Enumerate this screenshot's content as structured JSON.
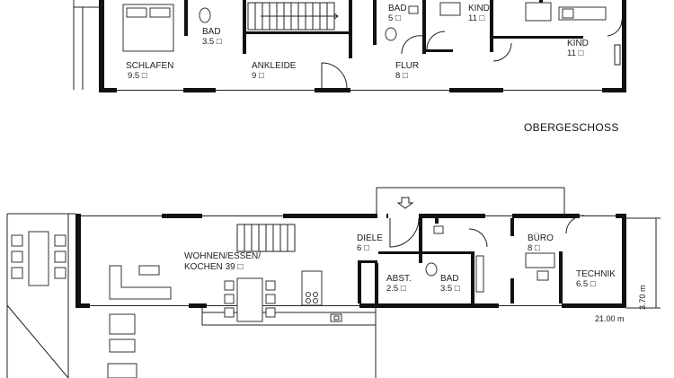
{
  "upper_floor": {
    "title": "OBERGESCHOSS",
    "rooms": [
      {
        "name": "SCHLAFEN",
        "area": "9.5"
      },
      {
        "name": "BAD",
        "area": "3.5"
      },
      {
        "name": "ANKLEIDE",
        "area": "9"
      },
      {
        "name": "BAD",
        "area": "5"
      },
      {
        "name": "FLUR",
        "area": "8"
      },
      {
        "name": "KIND",
        "area": "11"
      },
      {
        "name": "KIND",
        "area": "11"
      }
    ]
  },
  "ground_floor": {
    "rooms": [
      {
        "name": "WOHNEN/ESSEN/",
        "name2": "KOCHEN",
        "area": "39"
      },
      {
        "name": "DIELE",
        "area": "6"
      },
      {
        "name": "ABST.",
        "area": "2.5"
      },
      {
        "name": "BAD",
        "area": "3.5"
      },
      {
        "name": "BÜRO",
        "area": "8"
      },
      {
        "name": "TECHNIK",
        "area": "6.5"
      }
    ],
    "dimensions": {
      "length": "21.00 m",
      "width": "3.70 m"
    }
  },
  "area_unit_symbol": "□"
}
